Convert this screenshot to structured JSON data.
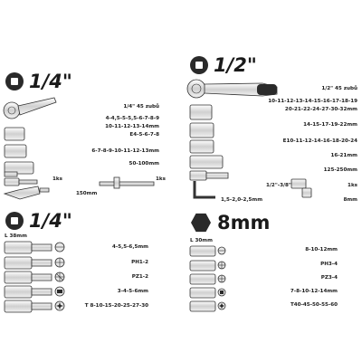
{
  "left": {
    "header": "1/4\"",
    "ratchet": "1/4\" 45 zubů",
    "sockets_a": "4-4,5-5-5,5-6-7-8-9",
    "sockets_b": "10-11-12-13-14mm",
    "torx_sockets": "E4-5-6-7-8",
    "deep_sockets": "6-7-8-9-10-11-12-13mm",
    "extension": "50-100mm",
    "adapter_qty": "1ks",
    "driver_qty": "1ks",
    "t_bar": "150mm",
    "bits_header": "1/4\"",
    "bits_length": "L 38mm",
    "bits": [
      "4-5,5-6,5mm",
      "PH1-2",
      "PZ1-2",
      "3-4-5-6mm",
      "T 8-10-15-20-25-27-30"
    ]
  },
  "right": {
    "header": "1/2\"",
    "ratchet": "1/2\" 45 zubů",
    "sockets_a": "10-11-12-13-14-15-16-17-18-19",
    "sockets_b": "20-21-22-24-27-30-32mm",
    "sockets_c": "14-15-17-19-22mm",
    "torx_sockets": "E10-11-12-14-16-18-20-24",
    "spark_sockets": "16-21mm",
    "extension": "125-250mm",
    "adapter": "1/2\"-3/8\"",
    "adapter_qty": "1ks",
    "hex_keys": "1,5-2,0-2,5mm",
    "hex_keys_size": "8mm",
    "bits_header": "8mm",
    "bits_length": "L 30mm",
    "bits": [
      "8-10-12mm",
      "PH3-4",
      "PZ3-4",
      "7-8-10-12-14mm",
      "T40-45-50-55-60"
    ]
  }
}
